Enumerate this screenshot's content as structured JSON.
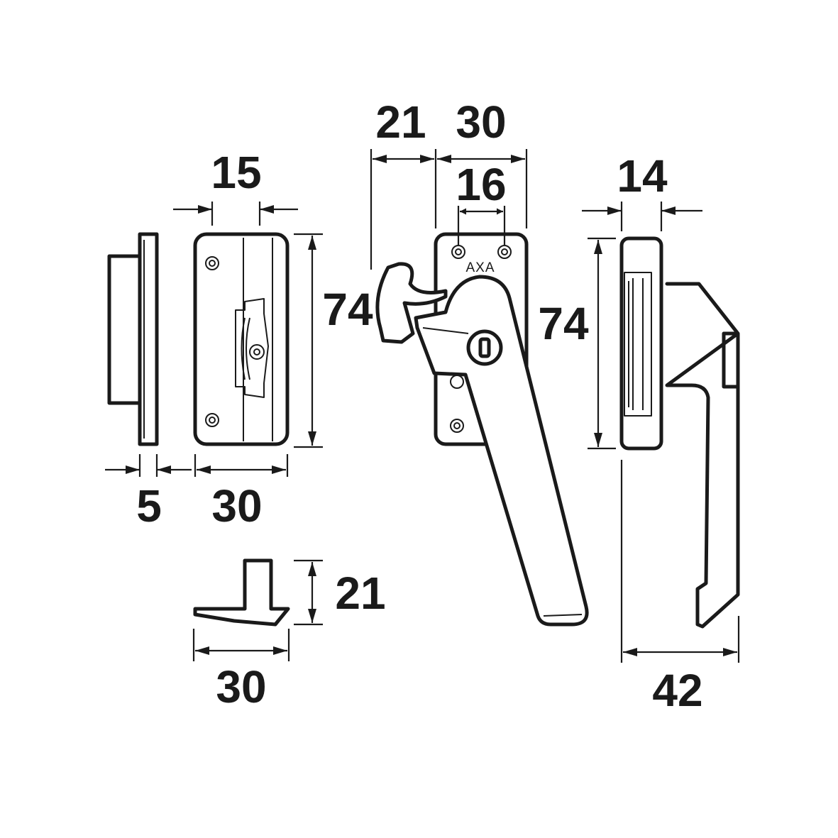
{
  "brand": "AXA",
  "dimensions": {
    "strike_plate_tab_width": "15",
    "strike_plate_height": "74",
    "strike_plate_thickness": "5",
    "strike_plate_width": "30",
    "keeper_height": "21",
    "keeper_width": "30",
    "handle_hook_offset": "21",
    "handle_base_width": "30",
    "handle_screw_spacing": "16",
    "handle_base_height": "74",
    "side_base_depth": "14",
    "side_total_depth": "42"
  }
}
